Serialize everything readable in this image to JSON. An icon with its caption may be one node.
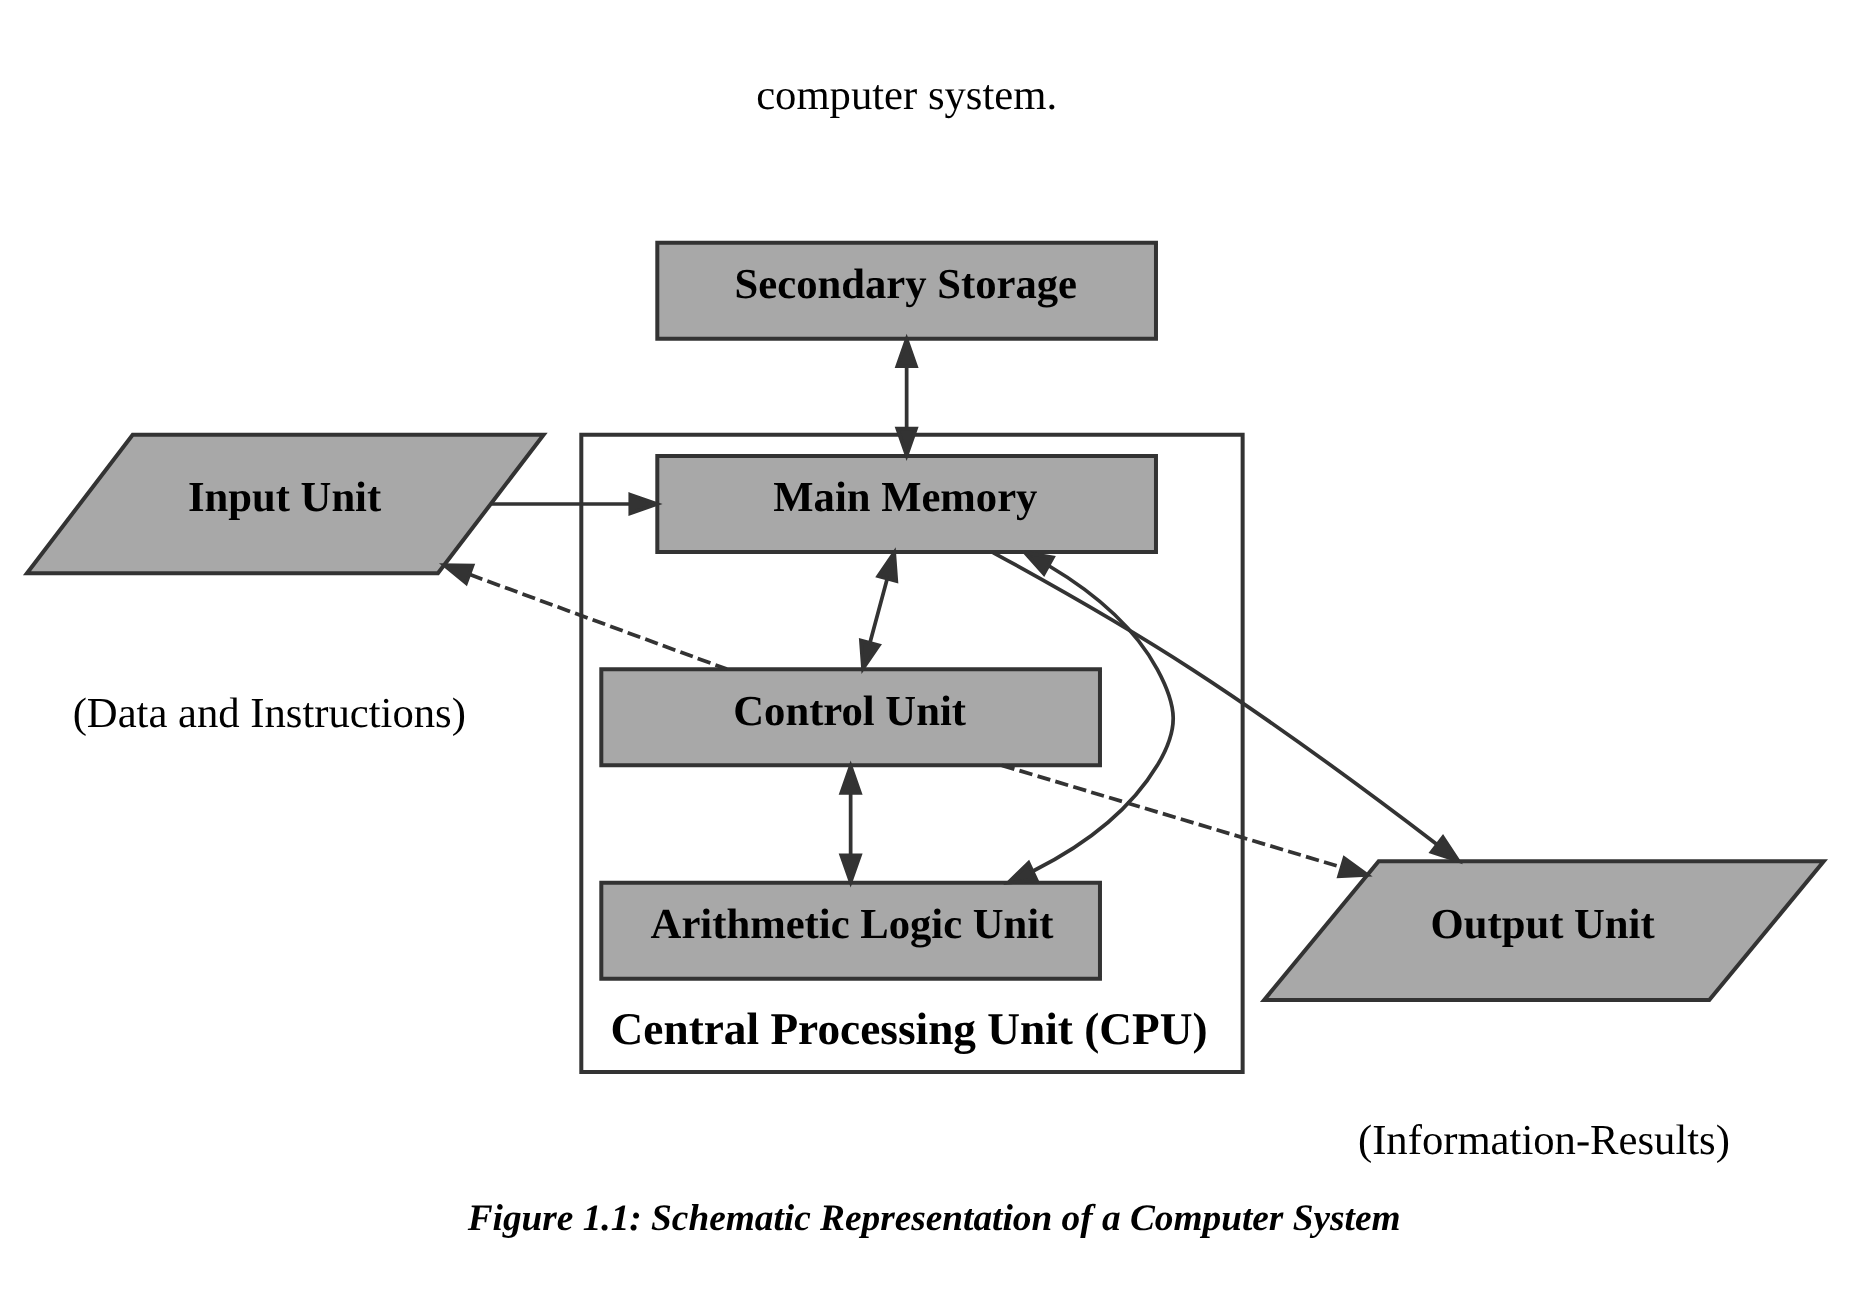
{
  "diagram": {
    "caption": "Figure 1.1: Schematic Representation of a Computer System",
    "nodes": [
      {
        "text": [
          "Secondary Storage"
        ]
      },
      {
        "text": [
          "Central Processing Unit (CPU)"
        ]
      },
      {
        "text": [
          "Main Memory"
        ],
        "in": 1
      },
      {
        "text": [
          "Control Unit"
        ],
        "in": 1
      },
      {
        "text": [
          "Arithmetic Logic Unit"
        ],
        "in": 1
      },
      {
        "text": [
          "Input Unit"
        ],
        "beside": [
          "(Data and Instructions)"
        ]
      },
      {
        "text": [
          "Output Unit"
        ],
        "beside": [
          "(Information-Results)"
        ]
      }
    ],
    "edges": [
      {
        "from": 2,
        "to": 0,
        "arrow": "both"
      },
      {
        "from": 5,
        "to": 2,
        "arrow": "to"
      },
      {
        "from": 4,
        "to": 2,
        "arrow": "both"
      },
      {
        "from": 2,
        "to": 3,
        "arrow": "both"
      },
      {
        "from": 3,
        "to": 4,
        "arrow": "both"
      },
      {
        "from": 3,
        "to": 5,
        "arrow": "to",
        "style": "dashed"
      },
      {
        "from": 3,
        "to": 6,
        "arrow": "to",
        "style": "dashed"
      },
      {
        "from": 2,
        "to": 6,
        "arrow": "to"
      }
    ],
    "labels": [
      "computer system."
    ]
  }
}
